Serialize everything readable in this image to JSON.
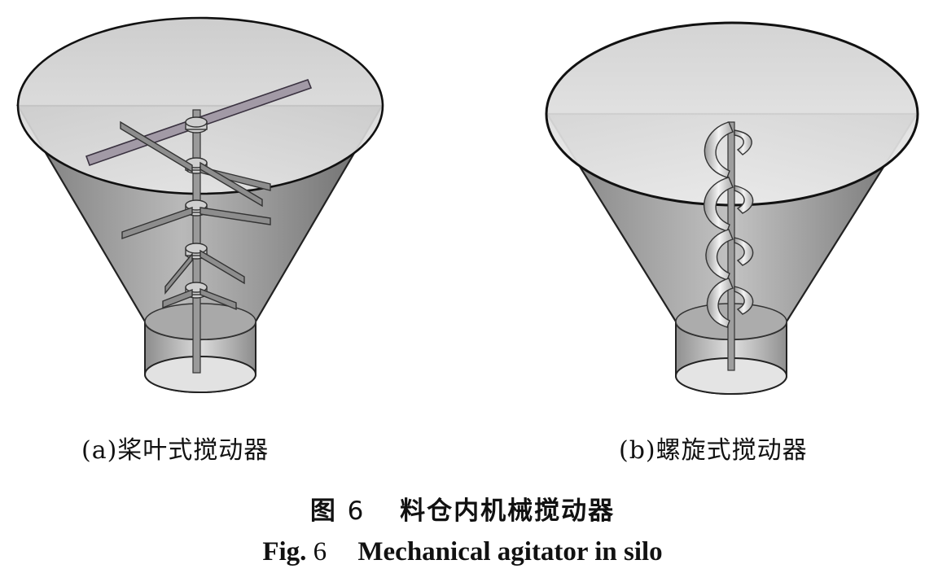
{
  "figure": {
    "sub_a": "(a)桨叶式搅动器",
    "sub_b": "(b)螺旋式搅动器",
    "caption_cn_prefix": "图",
    "caption_cn_number": "6",
    "caption_cn_title": "料仓内机械搅动器",
    "caption_en_prefix": "Fig.",
    "caption_en_number": "6",
    "caption_en_title": "Mechanical agitator in silo"
  }
}
